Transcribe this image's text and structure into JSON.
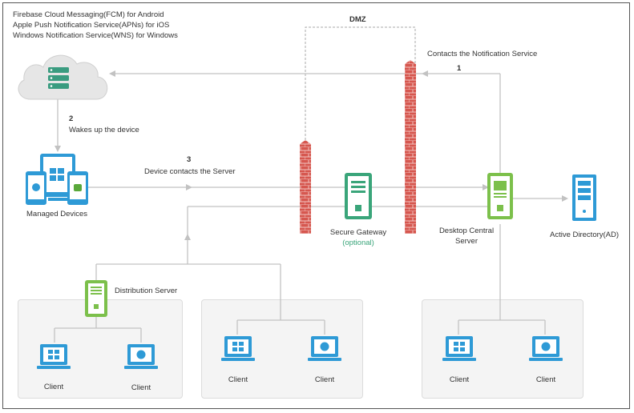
{
  "cloud_services": {
    "line1": "Firebase Cloud Messaging(FCM) for Android",
    "line2": "Apple Push Notification Service(APNs) for iOS",
    "line3": "Windows Notification Service(WNS) for Windows"
  },
  "dmz": {
    "label": "DMZ"
  },
  "steps": {
    "s1_num": "1",
    "s1_text": "Contacts the Notification Service",
    "s2_num": "2",
    "s2_text": "Wakes up the device",
    "s3_num": "3",
    "s3_text": "Device contacts the Server"
  },
  "nodes": {
    "managed_devices": "Managed Devices",
    "secure_gateway": "Secure Gateway",
    "secure_gateway_note": "(optional)",
    "desktop_central_line1": "Desktop Central",
    "desktop_central_line2": "Server",
    "active_directory": "Active Directory(AD)",
    "distribution_server": "Distribution Server"
  },
  "clients": {
    "label": "Client",
    "panel1": [
      "Client",
      "Client"
    ],
    "panel2": [
      "Client",
      "Client"
    ],
    "panel3": [
      "Client",
      "Client"
    ]
  },
  "colors": {
    "accent_blue": "#2e9ad6",
    "accent_green": "#7cc04b",
    "secure_green": "#3aa57a",
    "firewall": "#d9534f",
    "line_gray": "#bdbdbd"
  }
}
